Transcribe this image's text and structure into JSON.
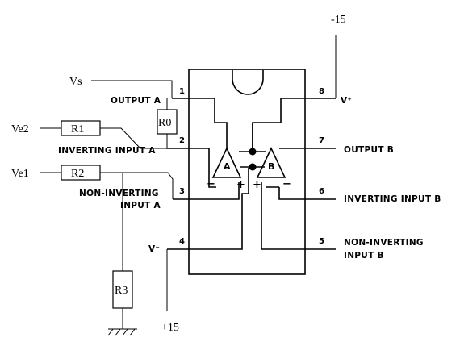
{
  "ic": {
    "pins": [
      {
        "number": "1",
        "label": "OUTPUT A"
      },
      {
        "number": "2",
        "label": "INVERTING INPUT A"
      },
      {
        "number": "3",
        "label_line1": "NON-INVERTING",
        "label_line2": "INPUT A"
      },
      {
        "number": "4",
        "label": "V⁻"
      },
      {
        "number": "5",
        "label_line1": "NON-INVERTING",
        "label_line2": "INPUT B"
      },
      {
        "number": "6",
        "label": "INVERTING INPUT B"
      },
      {
        "number": "7",
        "label": "OUTPUT B"
      },
      {
        "number": "8",
        "label": "V⁺"
      }
    ],
    "amp_a": {
      "name": "A",
      "minus": "−",
      "plus": "+"
    },
    "amp_b": {
      "name": "B",
      "minus": "−",
      "plus": "+"
    }
  },
  "external": {
    "vs": "Vs",
    "ve2": "Ve2",
    "ve1": "Ve1",
    "r0": "R0",
    "r1": "R1",
    "r2": "R2",
    "r3": "R3",
    "supply_neg": "-15",
    "supply_pos": "+15"
  }
}
